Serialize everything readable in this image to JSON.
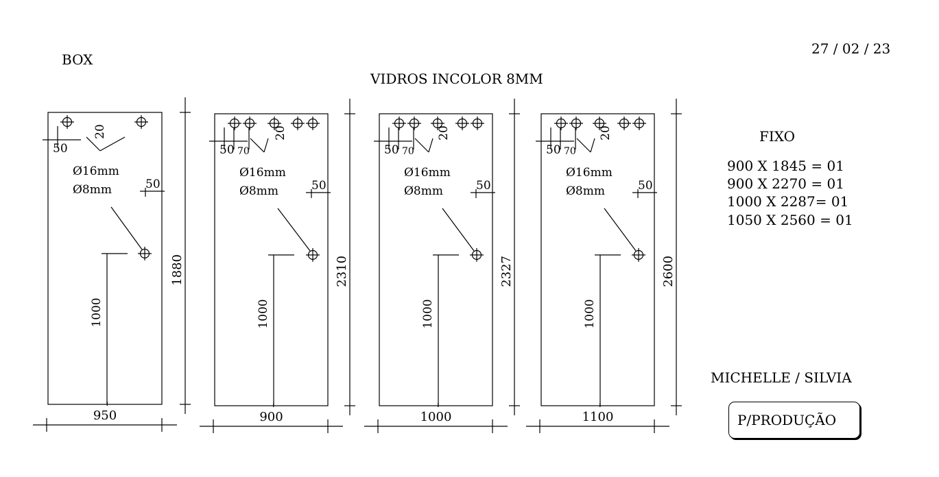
{
  "header": {
    "box": "BOX",
    "title": "VIDROS   INCOLOR 8MM",
    "date": "27 / 02 / 23"
  },
  "fixo": {
    "title": "FIXO",
    "lines": [
      "900 X 1845 = 01",
      "900 X 2270 = 01",
      "1000 X 2287= 01",
      "1050 X 2560 = 01"
    ]
  },
  "client": "MICHELLE / SILVIA",
  "stamp": "P/PRODUÇÃO",
  "panels": [
    {
      "width": "950",
      "height": "1880",
      "offset": "50",
      "spacing": null,
      "hole_dim": "20",
      "big_hole": "Ø16mm",
      "small_hole": "Ø8mm",
      "side_offset": "50",
      "handle_height": "1000"
    },
    {
      "width": "900",
      "height": "2310",
      "offset": "50",
      "spacing": "70",
      "hole_dim": "20",
      "big_hole": "Ø16mm",
      "small_hole": "Ø8mm",
      "side_offset": "50",
      "handle_height": "1000"
    },
    {
      "width": "1000",
      "height": "2327",
      "offset": "50",
      "spacing": "70",
      "hole_dim": "20",
      "big_hole": "Ø16mm",
      "small_hole": "Ø8mm",
      "side_offset": "50",
      "handle_height": "1000"
    },
    {
      "width": "1100",
      "height": "2600",
      "offset": "50",
      "spacing": "70",
      "hole_dim": "20",
      "big_hole": "Ø16mm",
      "small_hole": "Ø8mm",
      "side_offset": "50",
      "handle_height": "1000"
    }
  ]
}
